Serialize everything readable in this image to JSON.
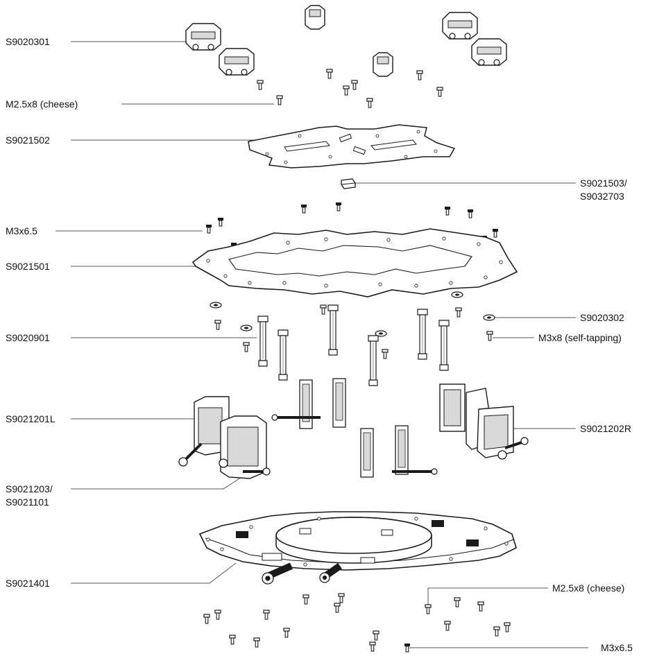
{
  "labels": {
    "s9020301": "S9020301",
    "m25_top": "M2.5x8 (cheese)",
    "s9021502": "S9021502",
    "s9021503_l1": "S9021503/",
    "s9021503_l2": "S9032703",
    "m3x65_top": "M3x6.5",
    "s9021501": "S9021501",
    "s9020302": "S9020302",
    "s9020901": "S9020901",
    "m3x8": "M3x8 (self-tapping)",
    "s9021201l": "S9021201L",
    "s9021202r": "S9021202R",
    "s9021203_l1": "S9021203/",
    "s9021203_l2": "S9021101",
    "s9021401": "S9021401",
    "m25_bottom": "M2.5x8 (cheese)",
    "m3x65_bottom": "M3x6.5"
  },
  "colors": {
    "line": "#1a1a1a",
    "fill": "#ffffff",
    "shade": "#d9d9d9",
    "leader": "#555555"
  }
}
